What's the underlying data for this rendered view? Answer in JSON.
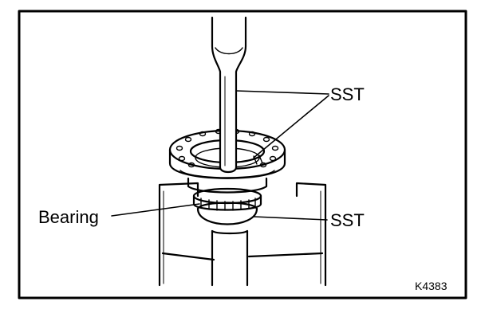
{
  "figure": {
    "callouts": {
      "sst_upper": "SST",
      "bearing": "Bearing",
      "sst_lower": "SST"
    },
    "figure_code": "K4383"
  }
}
